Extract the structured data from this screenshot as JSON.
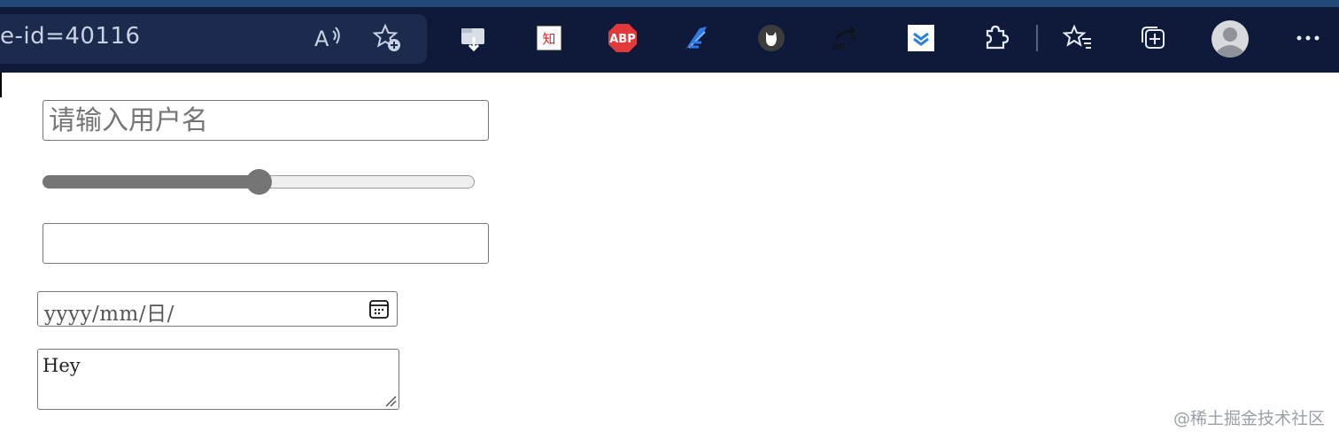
{
  "browser": {
    "address_text": "e-id=40116",
    "extensions": [
      {
        "name": "reading-list-folder",
        "label": ""
      },
      {
        "name": "zhihu",
        "label": "知"
      },
      {
        "name": "adblock-plus",
        "label": "ABP"
      },
      {
        "name": "pen-extension",
        "label": ""
      },
      {
        "name": "cat-extension",
        "label": ""
      },
      {
        "name": "translator",
        "label": "en"
      },
      {
        "name": "download-layers",
        "label": ""
      }
    ]
  },
  "form": {
    "username_placeholder": "请输入用户名",
    "slider_value_percent": 50,
    "date_placeholder": "yyyy/mm/日/",
    "textarea_value": "Hey"
  },
  "watermark": "@稀土掘金技术社区",
  "colors": {
    "toolbar_bg": "#0f1a3a",
    "address_bg": "#1b2a4d",
    "abp_red": "#e23a3a",
    "control_gray": "#757575"
  }
}
